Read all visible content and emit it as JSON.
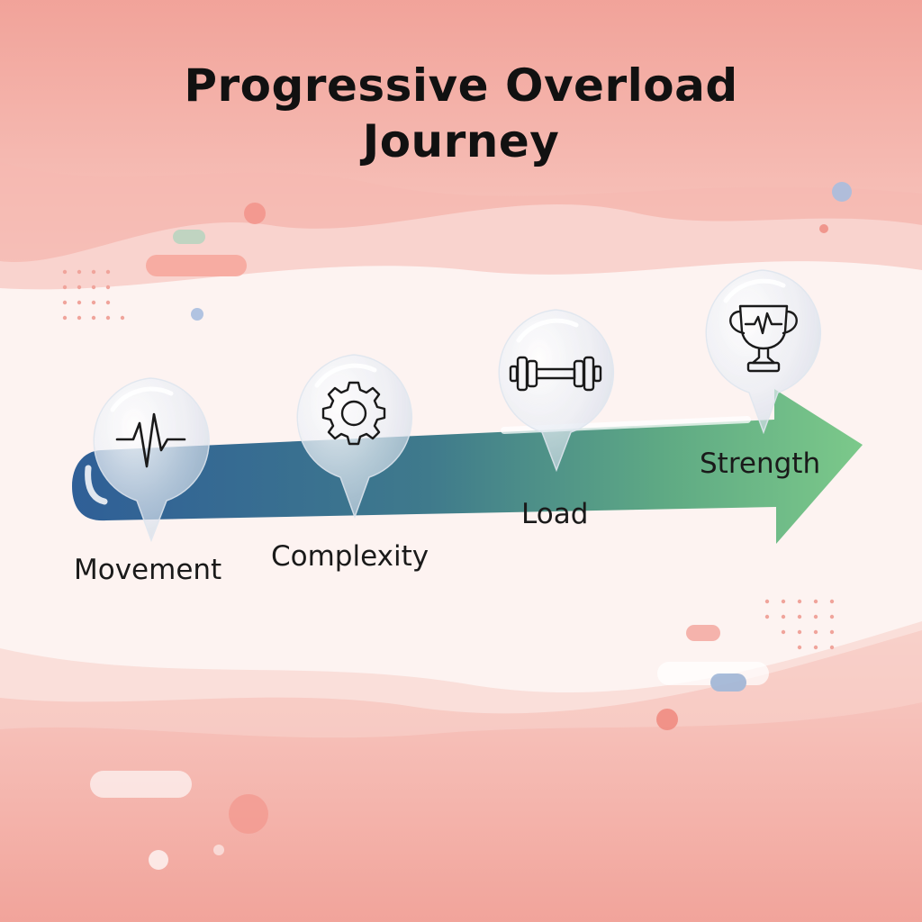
{
  "title": {
    "line1": "Progressive Overload",
    "line2": "Journey"
  },
  "steps": [
    {
      "label": "Movement",
      "icon": "heartbeat-pulse-icon"
    },
    {
      "label": "Complexity",
      "icon": "gear-icon"
    },
    {
      "label": "Load",
      "icon": "dumbbell-icon"
    },
    {
      "label": "Strength",
      "icon": "trophy-heartbeat-icon"
    }
  ],
  "colors": {
    "watercolor_pink": "#f4a9a0",
    "arrow_start": "#2f5f97",
    "arrow_end": "#7cc98a",
    "accent_blue": "#9fb7d9",
    "accent_green": "#a9cdb4",
    "text": "#111111"
  }
}
